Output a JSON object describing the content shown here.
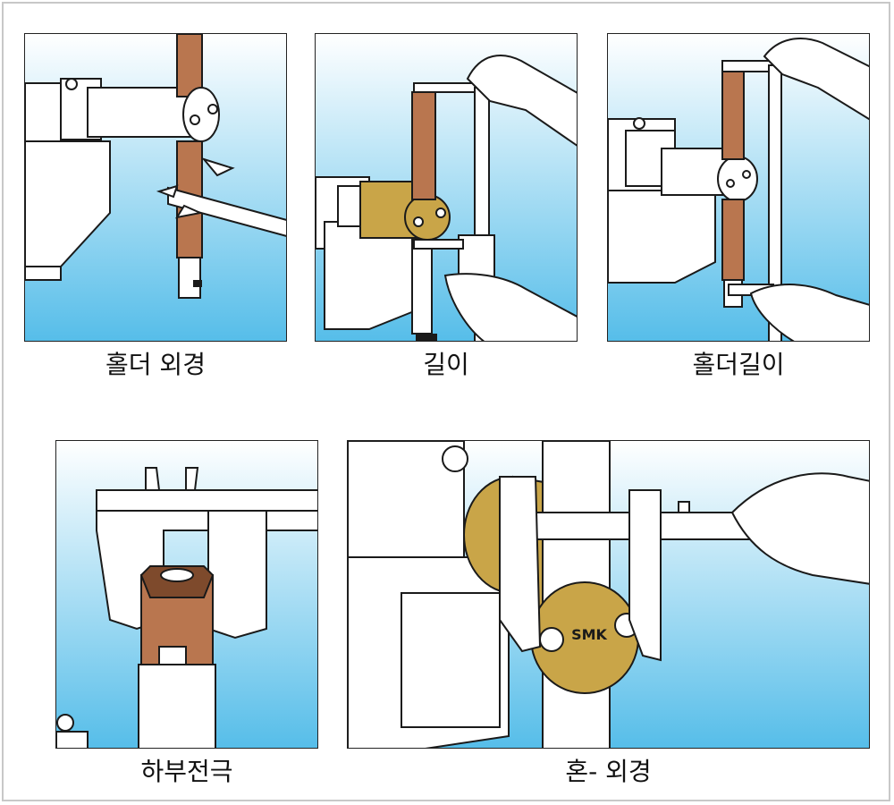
{
  "captions": {
    "holder_od": "홀더 외경",
    "length": "길이",
    "holder_length": "홀더길이",
    "lower_electrode": "하부전극",
    "horn_od": "혼- 외경"
  },
  "brand": "SMK",
  "colors": {
    "sky_top": "#ffffff",
    "sky_bottom": "#55bde9",
    "copper": "#b9764f",
    "copper_dark": "#7e4a2c",
    "gold": "#c9a548",
    "gold_dark": "#8a6f25",
    "line": "#1a1a1a"
  }
}
